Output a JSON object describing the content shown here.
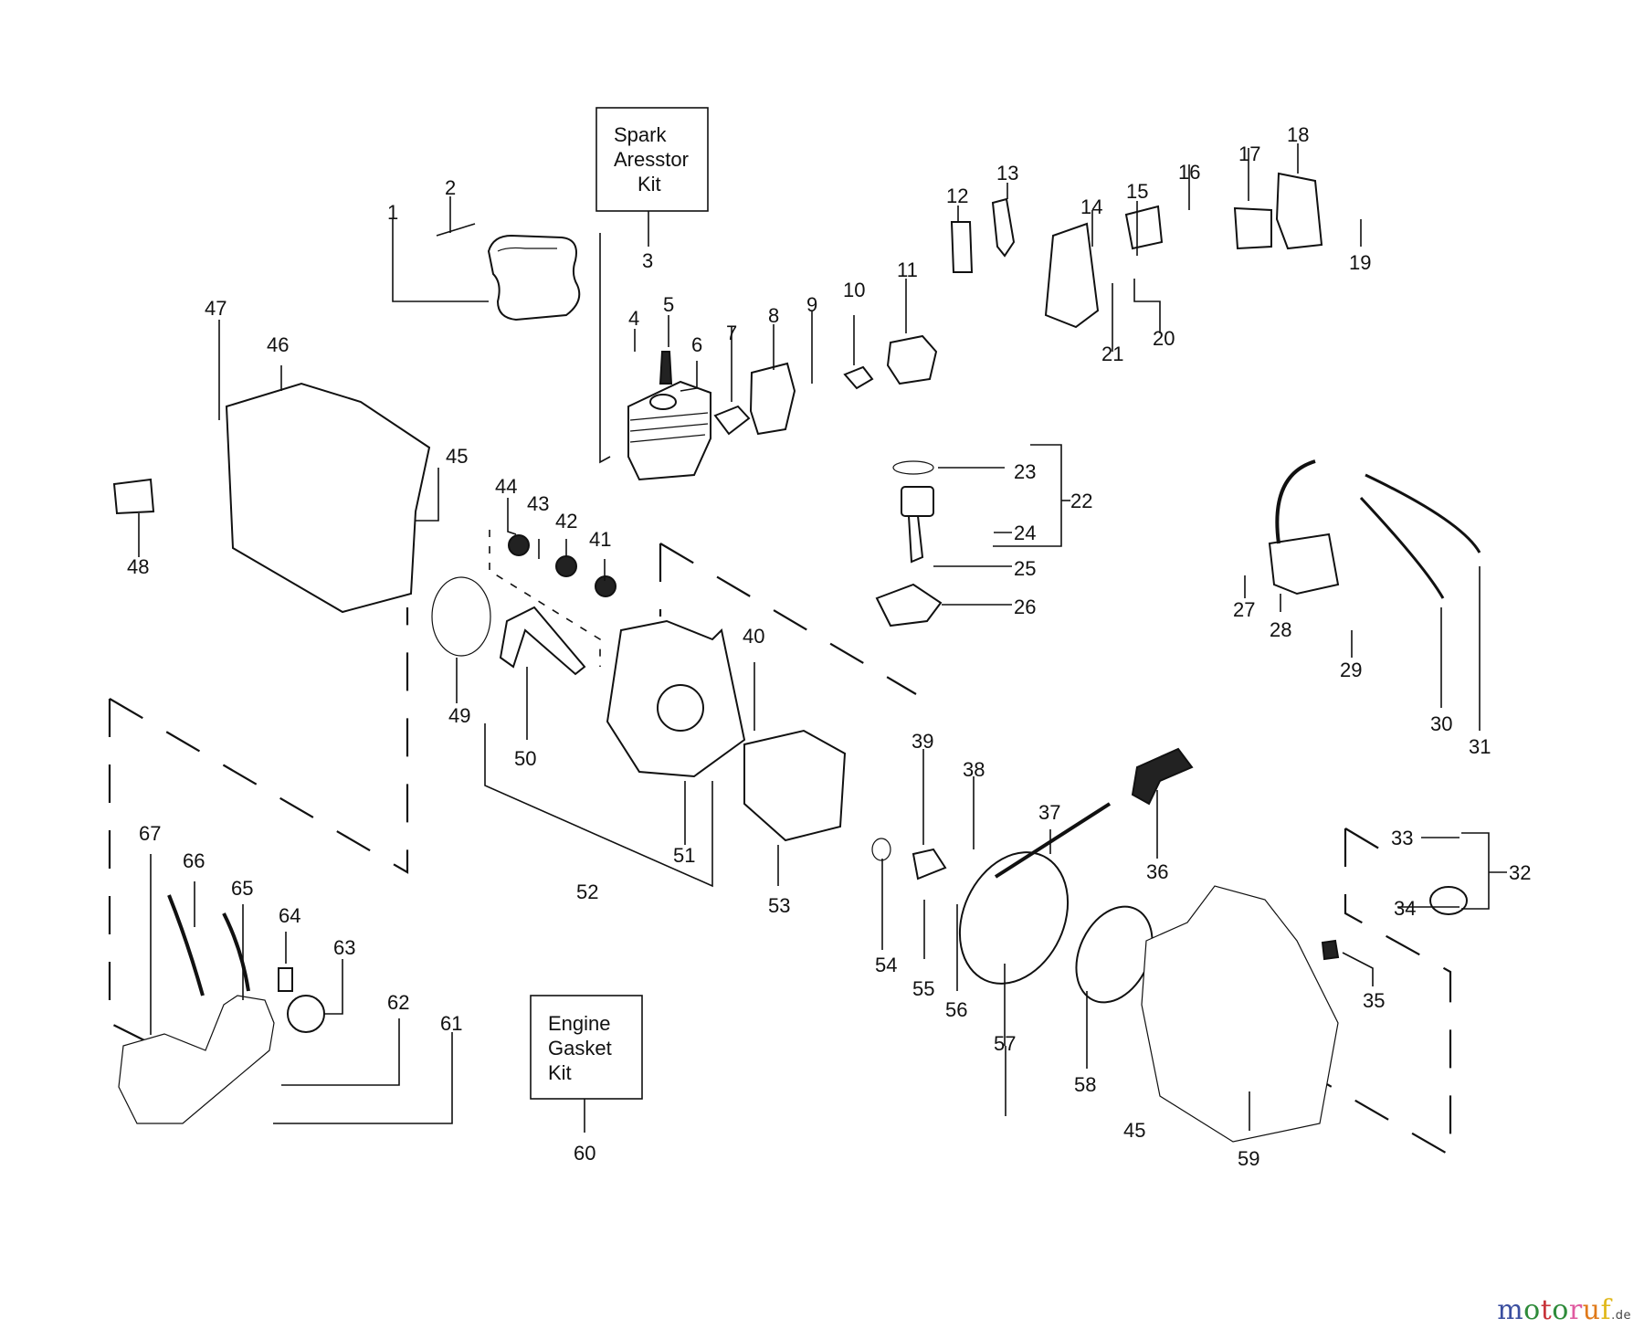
{
  "diagram": {
    "title": "Engine exploded parts diagram",
    "kits": [
      {
        "id": "spark-arrestor-kit",
        "lines": [
          "Spark",
          "Aresstor",
          "Kit"
        ],
        "callout": "3"
      },
      {
        "id": "engine-gasket-kit",
        "lines": [
          "Engine",
          "Gasket",
          "Kit"
        ],
        "callout": "60"
      }
    ],
    "callouts": [
      "1",
      "2",
      "3",
      "4",
      "5",
      "6",
      "7",
      "8",
      "9",
      "10",
      "11",
      "12",
      "13",
      "14",
      "15",
      "16",
      "17",
      "18",
      "19",
      "20",
      "21",
      "22",
      "23",
      "24",
      "25",
      "26",
      "27",
      "28",
      "29",
      "30",
      "31",
      "32",
      "33",
      "34",
      "35",
      "36",
      "37",
      "38",
      "39",
      "40",
      "41",
      "42",
      "43",
      "44",
      "45",
      "45",
      "46",
      "47",
      "48",
      "49",
      "50",
      "51",
      "52",
      "53",
      "54",
      "55",
      "56",
      "57",
      "58",
      "59",
      "60",
      "61",
      "62",
      "63",
      "64",
      "65",
      "66",
      "67"
    ]
  },
  "watermark": {
    "letters": [
      {
        "ch": "m",
        "color": "#3b4fa0"
      },
      {
        "ch": "o",
        "color": "#2e8b3a"
      },
      {
        "ch": "t",
        "color": "#c8343a"
      },
      {
        "ch": "o",
        "color": "#2e8b3a"
      },
      {
        "ch": "r",
        "color": "#e05aa0"
      },
      {
        "ch": "u",
        "color": "#e07a1a"
      },
      {
        "ch": "f",
        "color": "#e0b81a"
      }
    ],
    "tld": ".de"
  }
}
